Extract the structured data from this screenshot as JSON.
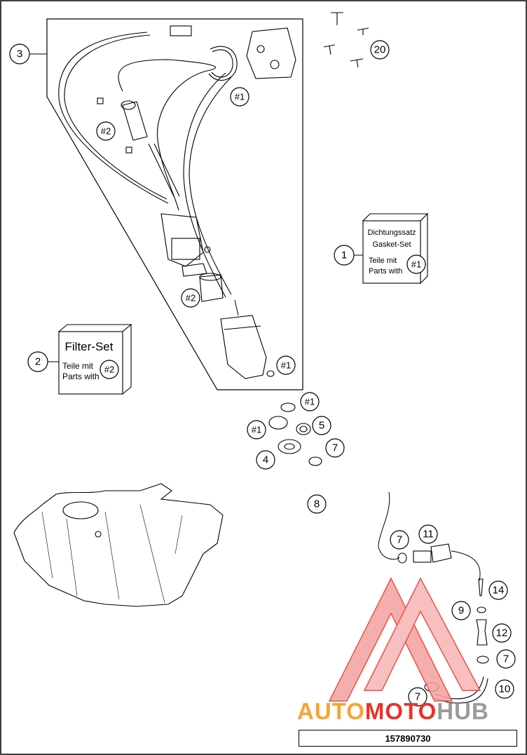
{
  "callouts": {
    "c1": "1",
    "c2": "2",
    "c3": "3",
    "c4": "4",
    "c5": "5",
    "c7": "7",
    "c8": "8",
    "c9": "9",
    "c10": "10",
    "c11": "11",
    "c12": "12",
    "c14": "14",
    "c20": "20"
  },
  "refs": {
    "r1": "#1",
    "r2": "#2"
  },
  "gasket_box": {
    "title_de": "Dichtungssatz",
    "title_en": "Gasket-Set",
    "line1": "Teile mit",
    "line2": "Parts with"
  },
  "filter_box": {
    "title": "Filter-Set",
    "line1": "Teile mit",
    "line2": "Parts with"
  },
  "watermark": {
    "part1": "AUTO",
    "part2": "MOTO",
    "part3": "HUB"
  },
  "diagram_number": "157890730",
  "colors": {
    "watermark_red": "#e8332a",
    "watermark_orange": "#f6a531",
    "watermark_gray": "#9b9b9b"
  }
}
